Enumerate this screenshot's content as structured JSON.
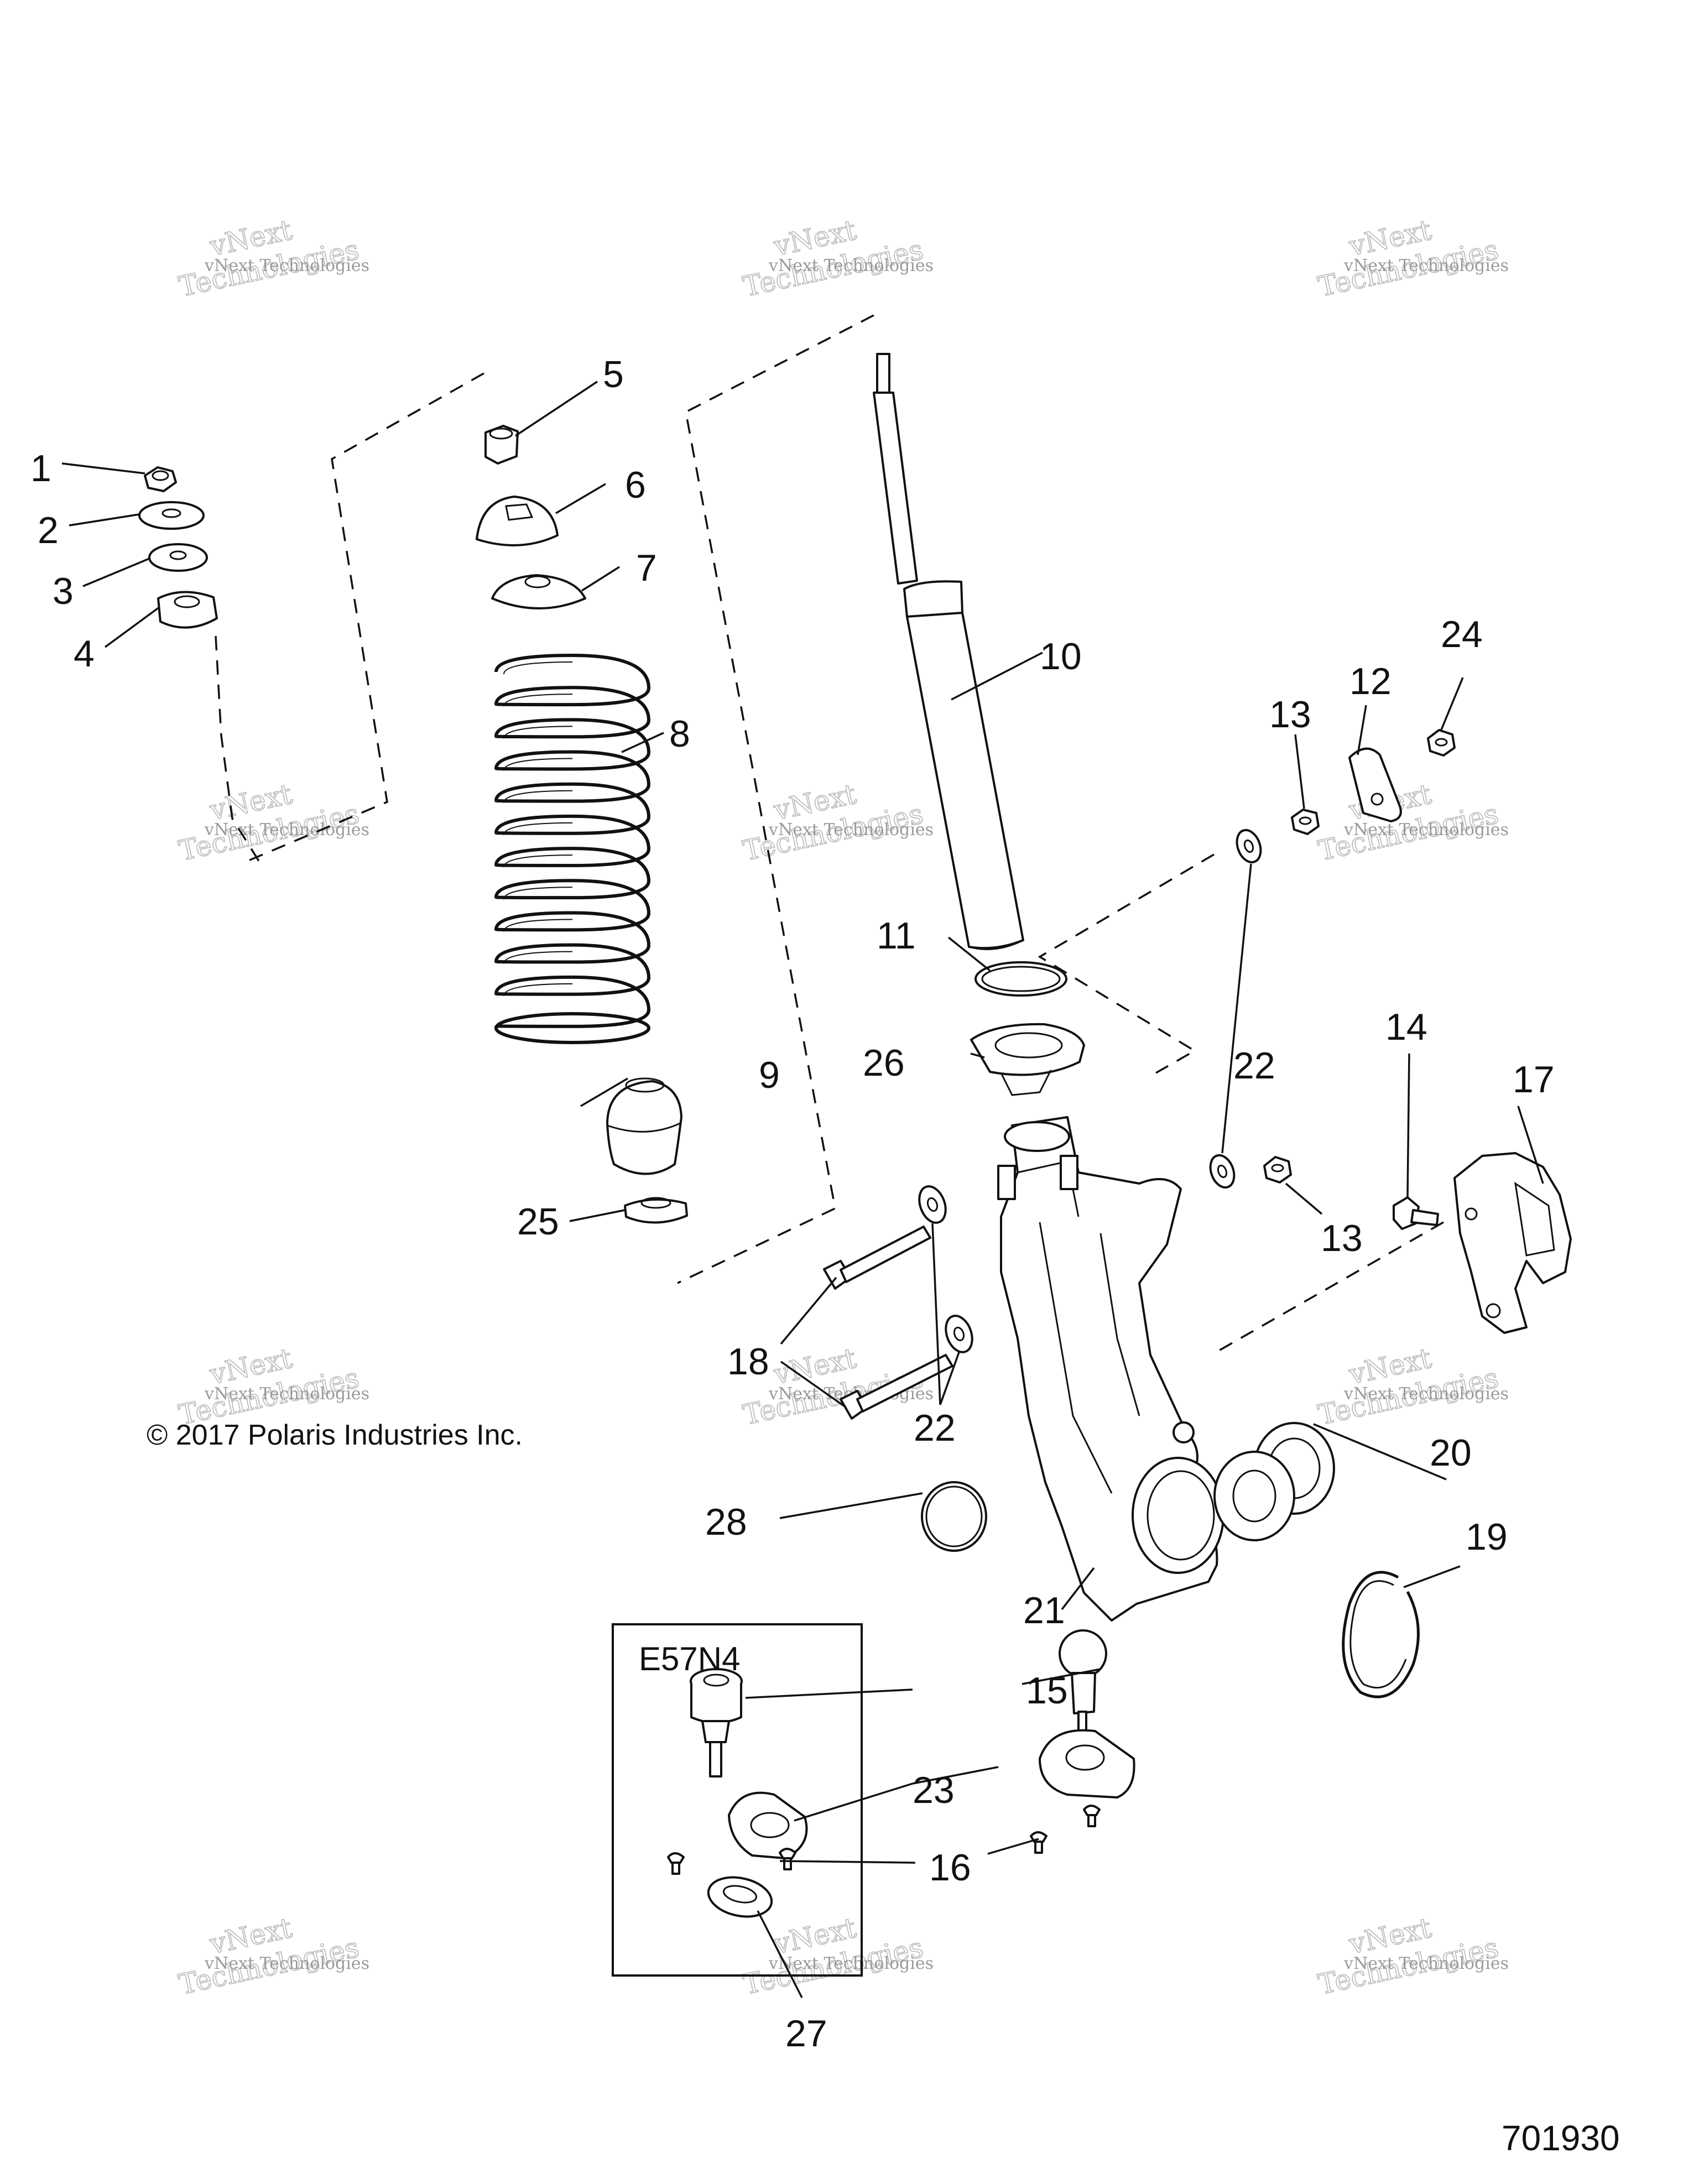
{
  "copyright": "© 2017 Polaris Industries Inc.",
  "diagram_number": "701930",
  "kit_label": "E57N4",
  "watermark": {
    "line_small": "vNext Technologies",
    "line_big_1": "vNext",
    "line_big_2": "Technologies"
  },
  "callouts": [
    {
      "id": "c1",
      "label": "1"
    },
    {
      "id": "c2",
      "label": "2"
    },
    {
      "id": "c3",
      "label": "3"
    },
    {
      "id": "c4",
      "label": "4"
    },
    {
      "id": "c5",
      "label": "5"
    },
    {
      "id": "c6",
      "label": "6"
    },
    {
      "id": "c7",
      "label": "7"
    },
    {
      "id": "c8",
      "label": "8"
    },
    {
      "id": "c9",
      "label": "9"
    },
    {
      "id": "c10",
      "label": "10"
    },
    {
      "id": "c11",
      "label": "11"
    },
    {
      "id": "c12",
      "label": "12"
    },
    {
      "id": "c13a",
      "label": "13"
    },
    {
      "id": "c13b",
      "label": "13"
    },
    {
      "id": "c14",
      "label": "14"
    },
    {
      "id": "c15",
      "label": "15"
    },
    {
      "id": "c16",
      "label": "16"
    },
    {
      "id": "c17",
      "label": "17"
    },
    {
      "id": "c18",
      "label": "18"
    },
    {
      "id": "c19",
      "label": "19"
    },
    {
      "id": "c20",
      "label": "20"
    },
    {
      "id": "c21",
      "label": "21"
    },
    {
      "id": "c22a",
      "label": "22"
    },
    {
      "id": "c22b",
      "label": "22"
    },
    {
      "id": "c23",
      "label": "23"
    },
    {
      "id": "c24",
      "label": "24"
    },
    {
      "id": "c25",
      "label": "25"
    },
    {
      "id": "c26",
      "label": "26"
    },
    {
      "id": "c27",
      "label": "27"
    },
    {
      "id": "c28",
      "label": "28"
    }
  ]
}
